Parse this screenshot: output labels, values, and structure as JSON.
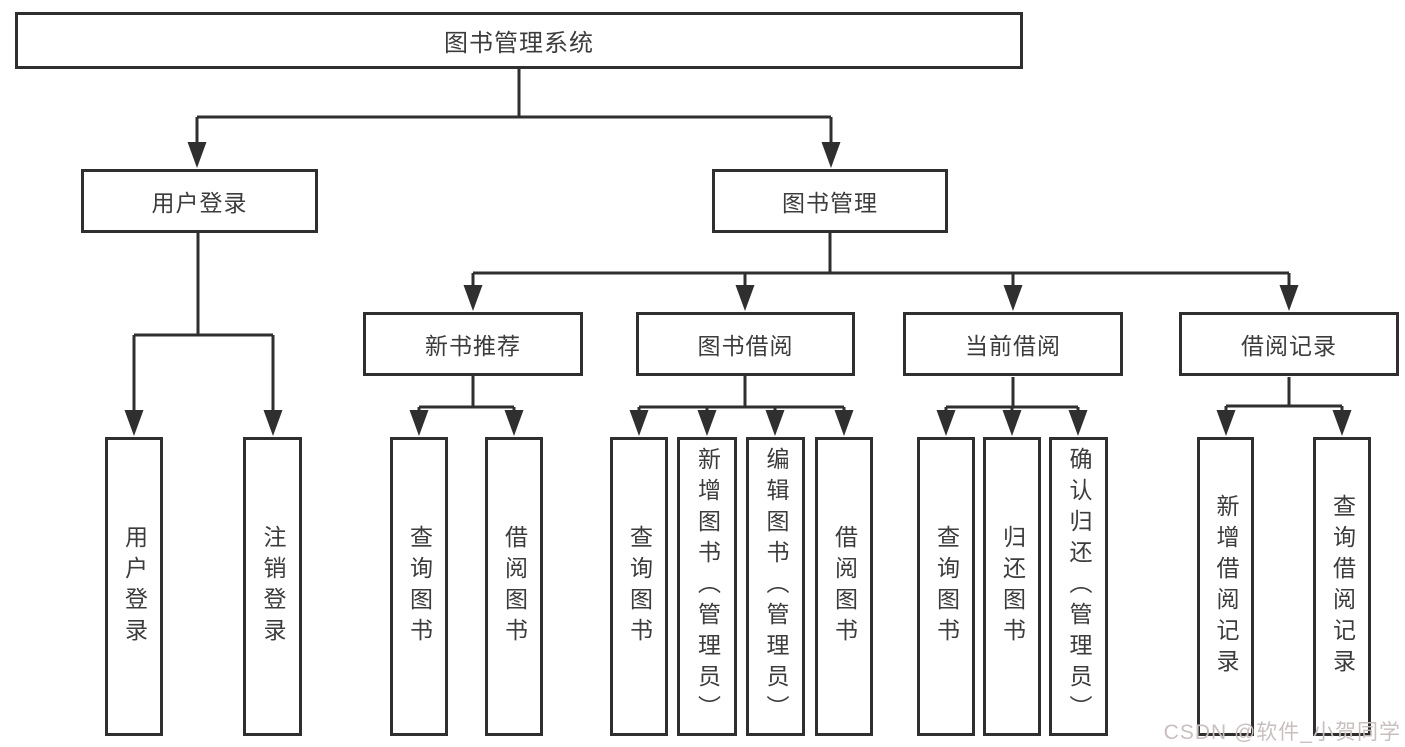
{
  "diagram": {
    "type": "hierarchy-tree",
    "root": {
      "label": "图书管理系统"
    },
    "level2": [
      {
        "label": "用户登录"
      },
      {
        "label": "图书管理"
      }
    ],
    "level3": [
      {
        "label": "新书推荐",
        "parent": "图书管理"
      },
      {
        "label": "图书借阅",
        "parent": "图书管理"
      },
      {
        "label": "当前借阅",
        "parent": "图书管理"
      },
      {
        "label": "借阅记录",
        "parent": "图书管理"
      }
    ],
    "leaves": [
      {
        "label": "用户登录",
        "parent": "用户登录"
      },
      {
        "label": "注销登录",
        "parent": "用户登录"
      },
      {
        "label": "查询图书",
        "parent": "新书推荐"
      },
      {
        "label": "借阅图书",
        "parent": "新书推荐"
      },
      {
        "label": "查询图书",
        "parent": "图书借阅"
      },
      {
        "label": "新增图书（管理员）",
        "parent": "图书借阅"
      },
      {
        "label": "编辑图书（管理员）",
        "parent": "图书借阅"
      },
      {
        "label": "借阅图书",
        "parent": "图书借阅"
      },
      {
        "label": "查询图书",
        "parent": "当前借阅"
      },
      {
        "label": "归还图书",
        "parent": "当前借阅"
      },
      {
        "label": "确认归还（管理员）",
        "parent": "当前借阅"
      },
      {
        "label": "新增借阅记录",
        "parent": "借阅记录"
      },
      {
        "label": "查询借阅记录",
        "parent": "借阅记录"
      }
    ]
  },
  "watermark": {
    "text": "CSDN @软件_小贺同学"
  },
  "colors": {
    "line": "#2f2f2f",
    "text": "#3c3c3c",
    "background": "#ffffff",
    "watermark": "#c9bfbf"
  }
}
